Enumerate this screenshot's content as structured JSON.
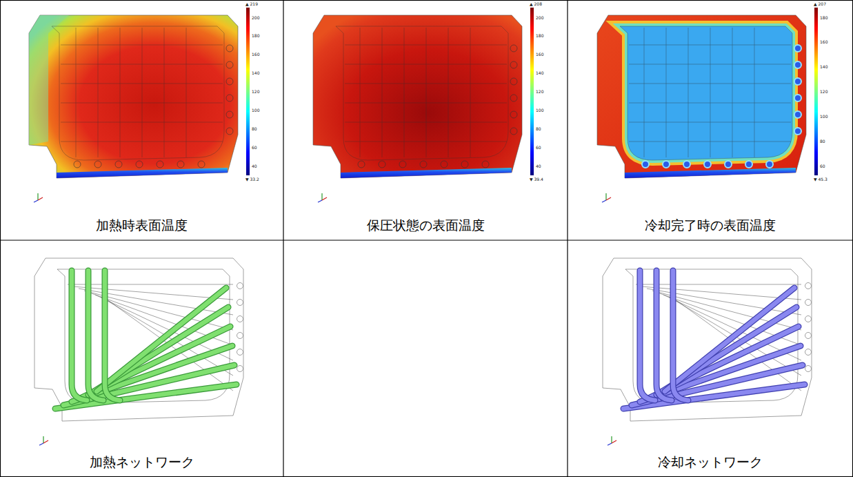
{
  "diagram": {
    "nodes": [
      {
        "text": [
          "加熱時表面温度"
        ]
      },
      {
        "text": [
          "保圧状態の表面温度"
        ]
      },
      {
        "text": [
          "冷却完了時の表面温度"
        ]
      },
      {
        "text": [
          "加熱ネットワーク"
        ]
      },
      {
        "text": [
          "冷却ネットワーク"
        ]
      }
    ],
    "labels": [
      "▲ 219",
      "200",
      "180",
      "160",
      "140",
      "120",
      "100",
      "80",
      "60",
      "40",
      "▼ 33.2",
      "▲ 208",
      "200",
      "180",
      "160",
      "140",
      "120",
      "100",
      "80",
      "60",
      "40",
      "▼ 39.4",
      "▲ 207",
      "180",
      "160",
      "140",
      "120",
      "100",
      "80",
      "60",
      "▼ 45.3"
    ]
  }
}
